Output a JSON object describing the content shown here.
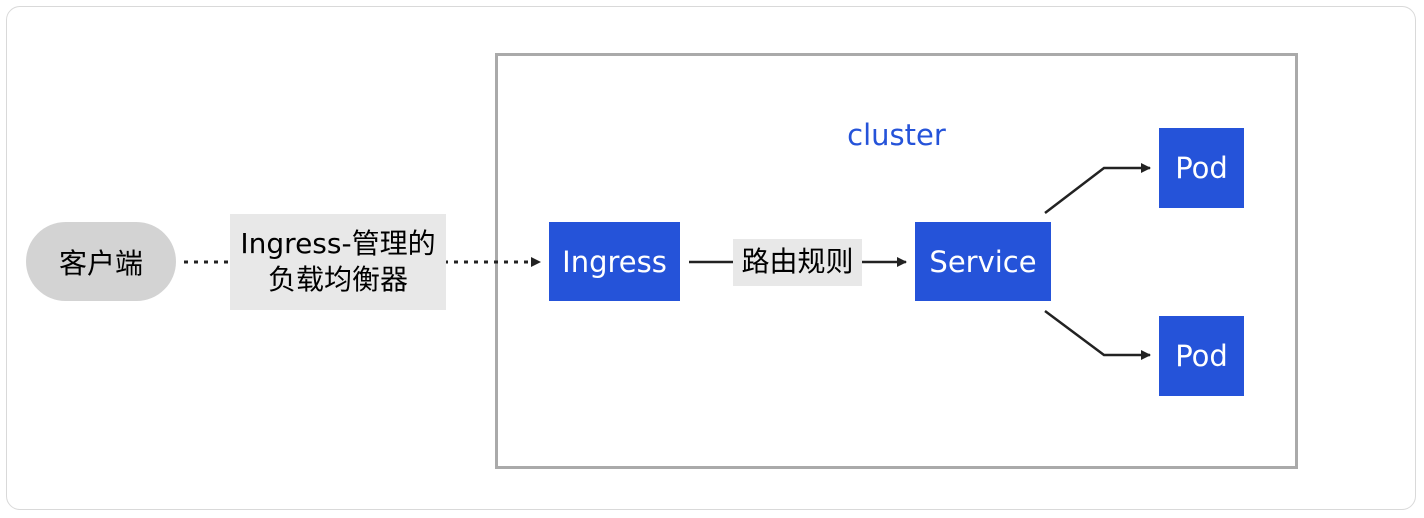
{
  "cluster": {
    "label": "cluster"
  },
  "nodes": {
    "client": "客户端",
    "ingress": "Ingress",
    "service": "Service",
    "pod_top": "Pod",
    "pod_bottom": "Pod"
  },
  "edges": {
    "client_to_ingress": {
      "line1": "Ingress-管理的",
      "line2": "负载均衡器"
    },
    "ingress_to_service": "路由规则"
  },
  "colors": {
    "node_fill": "#2553d9",
    "client_fill": "#d3d3d3",
    "cluster_border": "#aaaaaa",
    "cluster_label": "#2553d9",
    "edge_label_bg": "#e8e8e8"
  }
}
